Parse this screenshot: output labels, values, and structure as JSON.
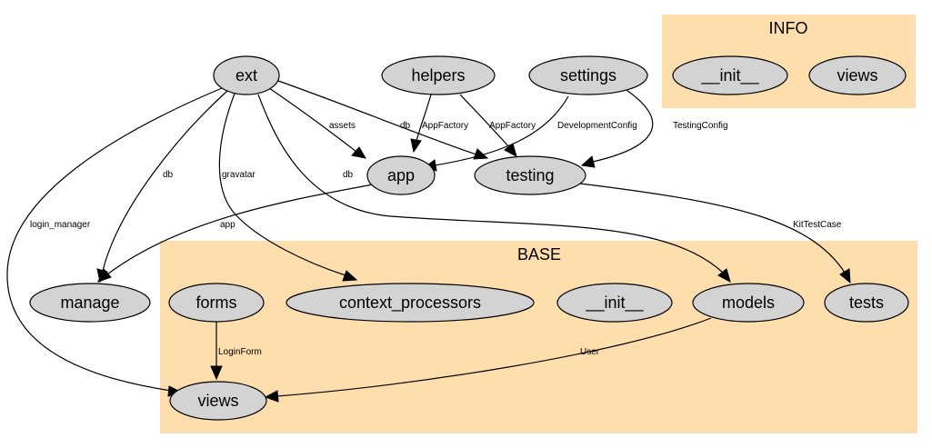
{
  "clusters": [
    {
      "id": "info",
      "title": "INFO"
    },
    {
      "id": "base",
      "title": "BASE"
    }
  ],
  "nodes": [
    {
      "id": "ext",
      "label": "ext"
    },
    {
      "id": "helpers",
      "label": "helpers"
    },
    {
      "id": "settings",
      "label": "settings"
    },
    {
      "id": "app",
      "label": "app"
    },
    {
      "id": "testing",
      "label": "testing"
    },
    {
      "id": "manage",
      "label": "manage"
    },
    {
      "id": "info_init",
      "label": "__init__"
    },
    {
      "id": "info_views",
      "label": "views"
    },
    {
      "id": "forms",
      "label": "forms"
    },
    {
      "id": "context_processors",
      "label": "context_processors"
    },
    {
      "id": "base_init",
      "label": "__init__"
    },
    {
      "id": "models",
      "label": "models"
    },
    {
      "id": "tests",
      "label": "tests"
    },
    {
      "id": "views",
      "label": "views"
    }
  ],
  "edges": [
    {
      "from": "ext",
      "to": "views",
      "label": "login_manager"
    },
    {
      "from": "ext",
      "to": "manage",
      "label": "db"
    },
    {
      "from": "ext",
      "to": "context_processors",
      "label": "gravatar"
    },
    {
      "from": "ext",
      "to": "models",
      "label": "db"
    },
    {
      "from": "ext",
      "to": "app",
      "label": "assets"
    },
    {
      "from": "ext",
      "to": "testing",
      "label": "db"
    },
    {
      "from": "helpers",
      "to": "app",
      "label": "AppFactory"
    },
    {
      "from": "helpers",
      "to": "testing",
      "label": "AppFactory"
    },
    {
      "from": "settings",
      "to": "app",
      "label": "DevelopmentConfig"
    },
    {
      "from": "settings",
      "to": "testing",
      "label": "TestingConfig"
    },
    {
      "from": "app",
      "to": "manage",
      "label": "app"
    },
    {
      "from": "testing",
      "to": "tests",
      "label": "KitTestCase"
    },
    {
      "from": "forms",
      "to": "views",
      "label": "LoginForm"
    },
    {
      "from": "models",
      "to": "views",
      "label": "User"
    }
  ]
}
